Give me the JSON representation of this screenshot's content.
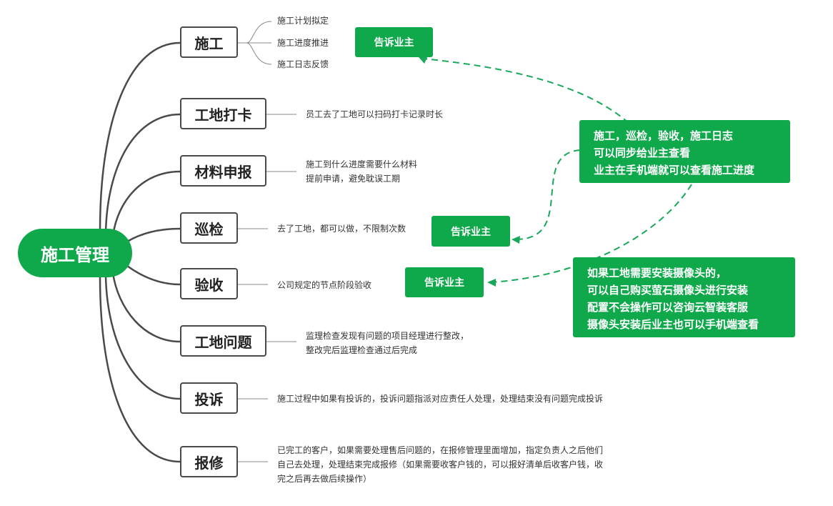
{
  "root": "施工管理",
  "branches": [
    {
      "label": "施工",
      "notes": [
        "施工计划拟定",
        "施工进度推进",
        "施工日志反馈"
      ]
    },
    {
      "label": "工地打卡",
      "notes": [
        "员工去了工地可以扫码打卡记录时长"
      ]
    },
    {
      "label": "材料申报",
      "notes": [
        "施工到什么进度需要什么材料",
        "提前申请，避免耽误工期"
      ]
    },
    {
      "label": "巡检",
      "notes": [
        "去了工地，都可以做，不限制次数"
      ]
    },
    {
      "label": "验收",
      "notes": [
        "公司规定的节点阶段验收"
      ]
    },
    {
      "label": "工地问题",
      "notes": [
        "监理检查发现有问题的项目经理进行整改，",
        "整改完后监理检查通过后完成"
      ]
    },
    {
      "label": "投诉",
      "notes": [
        "施工过程中如果有投诉的，投诉问题指派对应责任人处理，处理结束没有问题完成投诉"
      ]
    },
    {
      "label": "报修",
      "notes": [
        "已完工的客户，如果需要处理售后问题的，在报修管理里面增加，指定负责人之后他们",
        "自己去处理，处理结束完成报修（如果需要收客户钱的，可以报好清单后收客户钱，收",
        "完之后再去做后续操作）"
      ]
    }
  ],
  "tags": [
    "告诉业主",
    "告诉业主",
    "告诉业主"
  ],
  "callouts": [
    {
      "lines": [
        "施工，巡检，验收，施工日志",
        "可以同步给业主查看",
        "业主在手机端就可以查看施工进度"
      ]
    },
    {
      "lines": [
        "如果工地需要安装摄像头的，",
        "可以自己购买萤石摄像头进行安装",
        "配置不会操作可以咨询云智装客服",
        "摄像头安装后业主也可以手机端查看"
      ]
    }
  ],
  "colors": {
    "accent": "#0fa94b",
    "line": "#4a4a4a",
    "dash": "#19a85a"
  }
}
